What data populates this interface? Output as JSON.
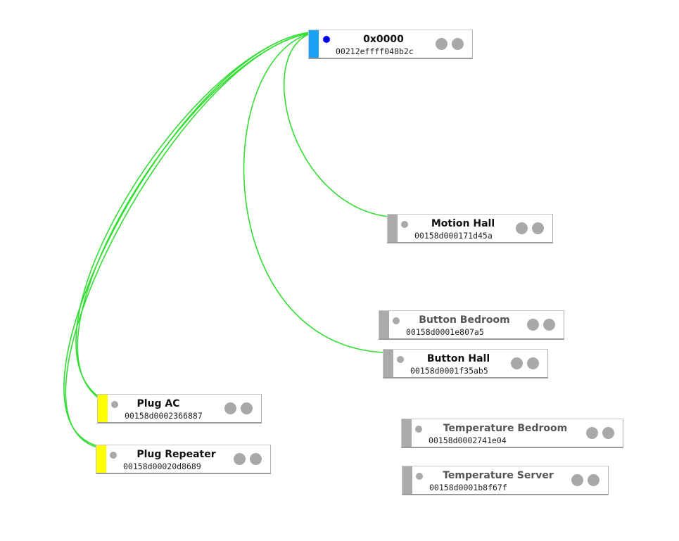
{
  "colors": {
    "link": "#33dd33",
    "coordinator": "#1aa3f5",
    "router": "#ffff00",
    "end_device": "#aaaaaa",
    "coordinator_dot": "#0000dd",
    "status_dot": "#a9a9a9"
  },
  "nodes": [
    {
      "id": "coordinator",
      "name": "0x0000",
      "address": "00212effff048b2c",
      "type": "coordinator",
      "dim": false
    },
    {
      "id": "motion-hall",
      "name": "Motion Hall",
      "address": "00158d000171d45a",
      "type": "end_device",
      "dim": false
    },
    {
      "id": "button-bedroom",
      "name": "Button Bedroom",
      "address": "00158d0001e807a5",
      "type": "end_device",
      "dim": true
    },
    {
      "id": "button-hall",
      "name": "Button Hall",
      "address": "00158d0001f35ab5",
      "type": "end_device",
      "dim": false
    },
    {
      "id": "plug-ac",
      "name": "Plug AC",
      "address": "00158d0002366887",
      "type": "router",
      "dim": false
    },
    {
      "id": "plug-repeater",
      "name": "Plug Repeater",
      "address": "00158d00020d8689",
      "type": "router",
      "dim": false
    },
    {
      "id": "temperature-bedroom",
      "name": "Temperature Bedroom",
      "address": "00158d0002741e04",
      "type": "end_device",
      "dim": true
    },
    {
      "id": "temperature-server",
      "name": "Temperature Server",
      "address": "00158d0001b8f67f",
      "type": "end_device",
      "dim": true
    }
  ],
  "links": [
    {
      "from": "coordinator",
      "to": "motion-hall"
    },
    {
      "from": "coordinator",
      "to": "button-hall"
    },
    {
      "from": "coordinator",
      "to": "plug-ac"
    },
    {
      "from": "coordinator",
      "to": "plug-repeater"
    }
  ]
}
